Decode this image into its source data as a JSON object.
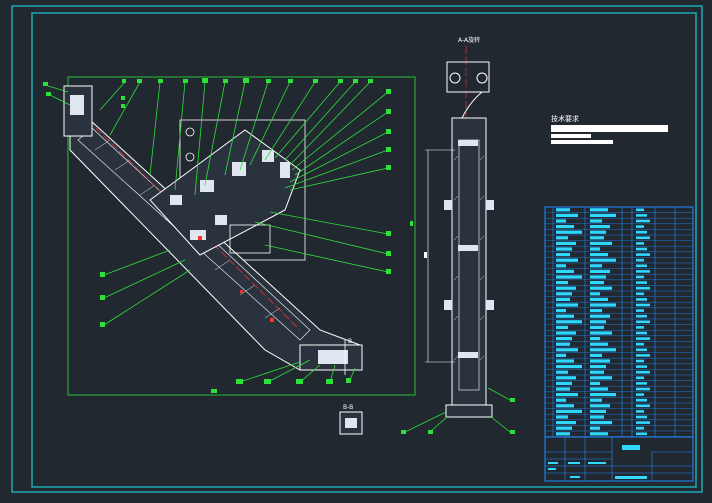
{
  "drawing": {
    "notes_title": "技术要求",
    "view_label_top": "A-A旋转",
    "view_label_b": "B",
    "view_label_c": "B-B"
  },
  "colors": {
    "background": "#212830",
    "frame": "#19c8d8",
    "leader": "#2ee03a",
    "body": "#ffffff",
    "section": "#dfe6f0",
    "balloon": "#2ee03a",
    "table": "#1f8cff",
    "table_fill": "#2fd8ff",
    "axis": "#ff3030"
  },
  "icons": {
    "left_assembly": "section-view-drawing",
    "right_assembly": "column-section-drawing",
    "title_block": "parts-list-table"
  }
}
